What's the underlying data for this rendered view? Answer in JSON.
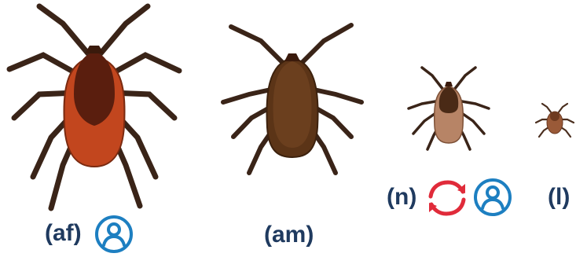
{
  "stages": [
    {
      "id": "adult-female",
      "label": "(af)"
    },
    {
      "id": "adult-male",
      "label": "(am)"
    },
    {
      "id": "nymph",
      "label": "(n)"
    },
    {
      "id": "larva",
      "label": "(l)"
    }
  ],
  "icons": {
    "person": "person-icon",
    "cycle": "cycle-arrows-icon"
  },
  "colors": {
    "label_text": "#1f3a5f",
    "person_icon": "#1d7fc1",
    "cycle_icon": "#e02b3a",
    "female_scutum": "#5a1e0e",
    "female_body": "#c2461e",
    "male_body": "#5b3417",
    "nymph_body": "#b78466",
    "larva_body": "#9a5a38",
    "legs": "#3a2418"
  }
}
